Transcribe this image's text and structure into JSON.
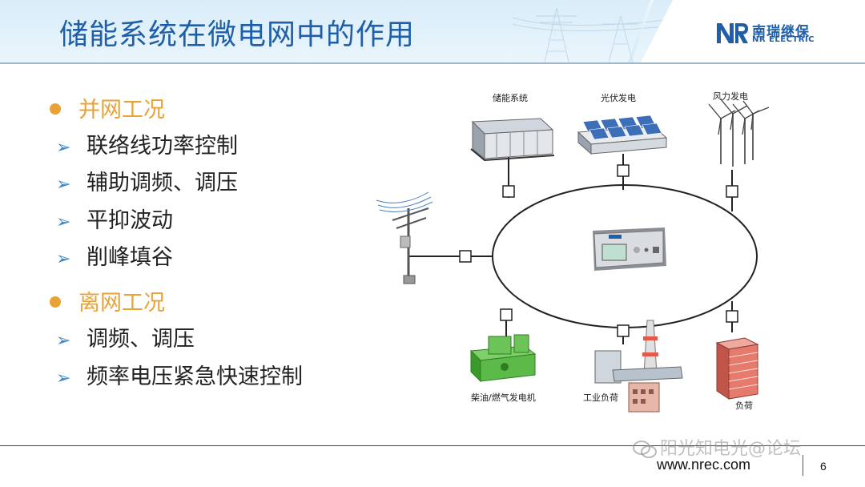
{
  "header": {
    "title": "储能系统在微电网中的作用",
    "logo_cn": "南瑞继保",
    "logo_en": "NR ELECTRIC"
  },
  "sections": [
    {
      "heading": "并网工况",
      "items": [
        "联络线功率控制",
        "辅助调频、调压",
        "平抑波动",
        "削峰填谷"
      ]
    },
    {
      "heading": "离网工况",
      "items": [
        "调频、调压",
        "频率电压紧急快速控制"
      ]
    }
  ],
  "diagram": {
    "labels": {
      "storage": "储能系统",
      "pv": "光伏发电",
      "wind": "风力发电",
      "diesel": "柴油/燃气发电机",
      "industrial": "工业负荷",
      "load": "负荷"
    }
  },
  "footer": {
    "url": "www.nrec.com",
    "page": "6",
    "watermark": "阳光知电光@论坛"
  },
  "colors": {
    "title": "#1f5fa8",
    "bullet": "#e8a235",
    "arrow": "#3b86c8"
  }
}
